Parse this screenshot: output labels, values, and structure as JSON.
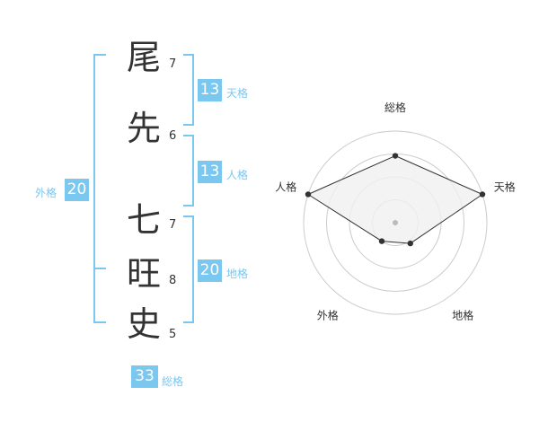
{
  "name": {
    "surname": [
      {
        "char": "尾",
        "strokes": "7"
      },
      {
        "char": "先",
        "strokes": "6"
      }
    ],
    "given": [
      {
        "char": "七",
        "strokes": "7"
      },
      {
        "char": "旺",
        "strokes": "8"
      },
      {
        "char": "史",
        "strokes": "5"
      }
    ]
  },
  "kakusu": {
    "tenkaku": {
      "value": "13",
      "label": "天格"
    },
    "jinkaku": {
      "value": "13",
      "label": "人格"
    },
    "chikaku": {
      "value": "20",
      "label": "地格"
    },
    "gaikaku": {
      "value": "20",
      "label": "外格"
    },
    "soukaku": {
      "value": "33",
      "label": "総格"
    }
  },
  "radar": {
    "axes": [
      "総格",
      "天格",
      "地格",
      "外格",
      "人格"
    ],
    "values": [
      0.73,
      1.0,
      0.28,
      0.25,
      1.0
    ],
    "colors": {
      "fill": "#f0f0f0",
      "line": "#333333",
      "ring": "#cccccc",
      "dot": "#333333",
      "center": "#bbbbbb"
    }
  },
  "colors": {
    "accent": "#7ac7ef",
    "text": "#333333"
  }
}
